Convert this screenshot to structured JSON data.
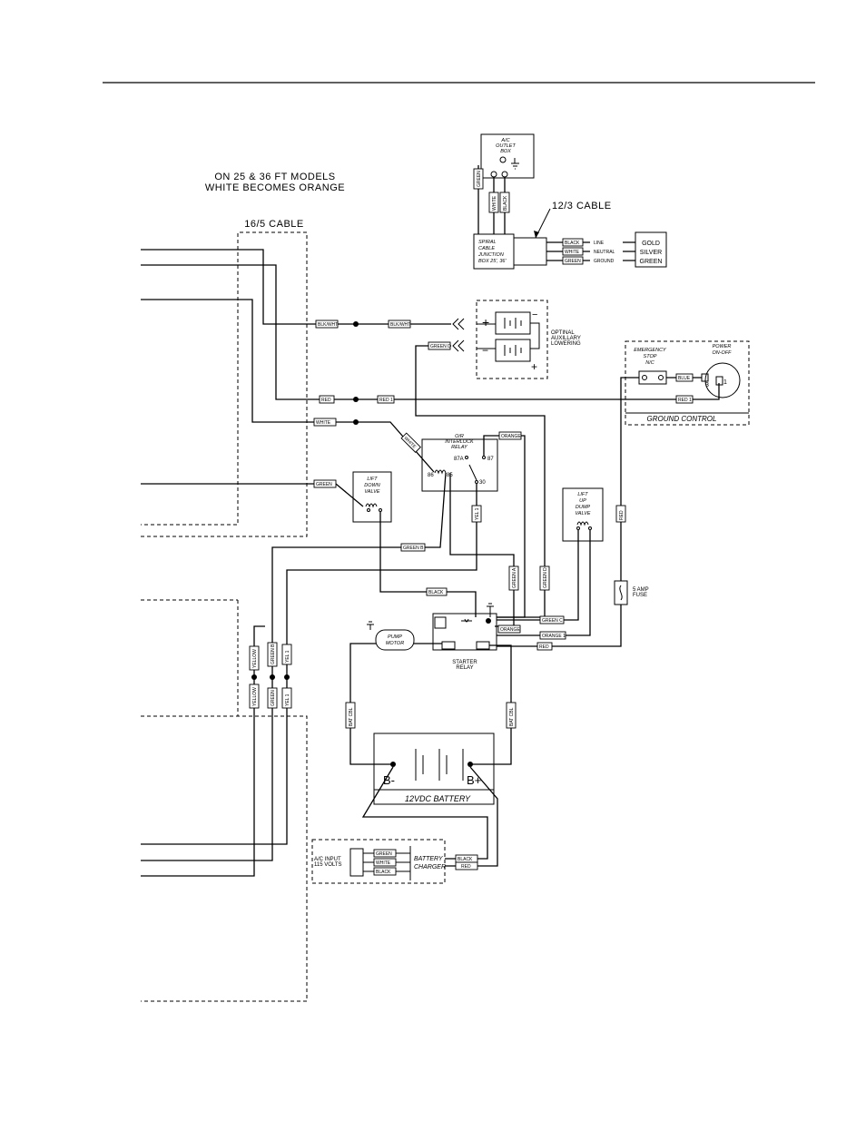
{
  "note": {
    "line1": "ON 25 & 36 FT MODELS",
    "line2": "WHITE BECOMES ORANGE"
  },
  "cables": {
    "c165": "16/5 CABLE",
    "c123": "12/3 CABLE"
  },
  "outlet": {
    "l1": "A/C",
    "l2": "OUTLET",
    "l3": "BOX"
  },
  "junction": {
    "l1": "SPIRAL",
    "l2": "CABLE",
    "l3": "JUNCTION",
    "l4": "BOX 25', 36'"
  },
  "feed": {
    "black": "BLACK",
    "white": "WHITE",
    "green": "GREEN",
    "line": "LINE",
    "neutral": "NEUTRAL",
    "ground": "GROUND"
  },
  "colors": {
    "gold": "GOLD",
    "silver": "SILVER",
    "green": "GREEN"
  },
  "aux": {
    "l1": "OPTINAL",
    "l2": "AUXILLARY",
    "l3": "LOWERING",
    "plus": "+",
    "minus": "−"
  },
  "ground_control": {
    "title": "GROUND CONTROL",
    "estop1": "EMERGENCY",
    "estop2": "STOP",
    "estop3": "N/C",
    "power1": "POWER",
    "power2": "ON-OFF",
    "t3": "3",
    "t1": "1"
  },
  "relay": {
    "l1": "O/R",
    "l2": "INTERLOCK",
    "l3": "RELAY",
    "p87a": "87A",
    "p87": "87",
    "p86": "86",
    "p85": "85",
    "p30": "30"
  },
  "valves": {
    "down1": "LIFT",
    "down2": "DOWN",
    "down3": "VALVE",
    "up1": "LIFT",
    "up2": "UP",
    "up3": "DUMP",
    "up4": "VALVE"
  },
  "fuse": {
    "l1": "5 AMP",
    "l2": "FUSE"
  },
  "pump": {
    "l1": "PUMP",
    "l2": "MOTOR"
  },
  "starter": {
    "l1": "STARTER",
    "l2": "RELAY"
  },
  "battery": {
    "title": "12VDC BATTERY",
    "neg": "B-",
    "pos": "B+"
  },
  "charger": {
    "in1": "A/C INPUT",
    "in2": "115 VOLTS",
    "n1": "BATTERY",
    "n2": "CHARGER"
  },
  "wires": {
    "blk_wht": "BLK/WHT",
    "red": "RED",
    "red1": "RED 1",
    "white": "WHITE",
    "green": "GREEN",
    "green_b": "GREEN B",
    "green_d": "GREEN D",
    "green_a": "GREEN A",
    "green_c": "GREEN C",
    "orange": "ORANGE",
    "orange1": "ORANGE 1",
    "yel1": "YEL 1",
    "black": "BLACK",
    "blue": "BLUE",
    "yellow": "YELLOW",
    "bat_cbl": "BAT CBL"
  }
}
